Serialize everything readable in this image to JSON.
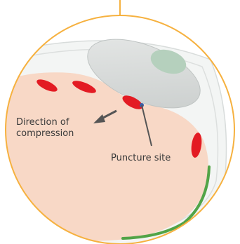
{
  "labels": {
    "direction_line1": "Direction of",
    "direction_line2": "compression",
    "puncture_site": "Puncture site"
  },
  "colors": {
    "frame_ring": "#f6b13f",
    "tissue_fill": "#f8d8c6",
    "vessel_red": "#e31b23",
    "bone_fill": "#d9dcdb",
    "muscle_green": "#b5d0bd",
    "nerve_green": "#52a447",
    "leader_gray": "#555555"
  }
}
